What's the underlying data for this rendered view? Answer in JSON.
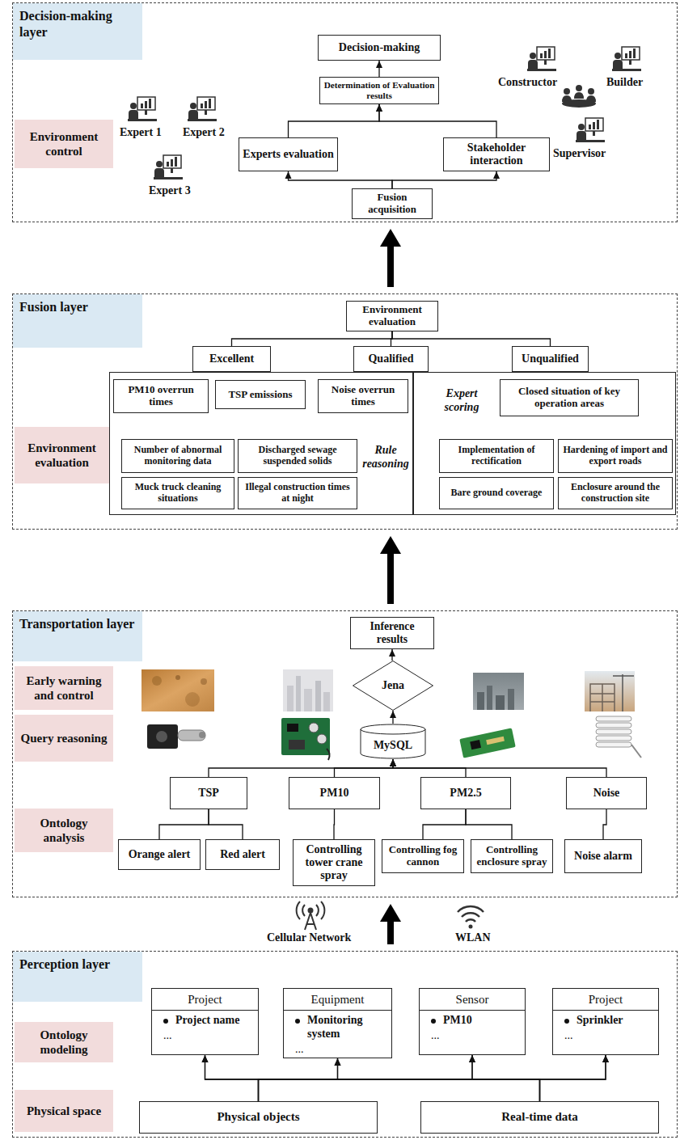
{
  "diagram": {
    "nodes": [
      {
        "text": [
          "Decision-making layer"
        ]
      },
      {
        "text": [
          "Environment control"
        ],
        "in": 0
      },
      {
        "text": [
          "Decision-making"
        ],
        "in": 0
      },
      {
        "text": [
          "Determination of Evaluation results"
        ],
        "in": 0
      },
      {
        "text": [
          "Experts evaluation"
        ],
        "in": 0
      },
      {
        "text": [
          "Stakeholder interaction"
        ],
        "in": 0
      },
      {
        "text": [
          "Fusion acquisition"
        ],
        "in": 0
      },
      {
        "text": [
          "Fusion layer"
        ]
      },
      {
        "text": [
          "Environment evaluation"
        ],
        "in": 7
      },
      {
        "text": [
          "Environment evaluation"
        ],
        "in": 7
      },
      {
        "text": [
          "Excellent"
        ],
        "in": 7
      },
      {
        "text": [
          "Qualified"
        ],
        "in": 7
      },
      {
        "text": [
          "Unqualified"
        ],
        "in": 7
      },
      {
        "text": [
          "Rule reasoning"
        ],
        "in": 7
      },
      {
        "text": [
          "PM10 overrun times"
        ],
        "in": 13
      },
      {
        "text": [
          "TSP emissions"
        ],
        "in": 13
      },
      {
        "text": [
          "Noise overrun times"
        ],
        "in": 13
      },
      {
        "text": [
          "Number of abnormal monitoring data"
        ],
        "in": 13
      },
      {
        "text": [
          "Discharged sewage suspended solids"
        ],
        "in": 13
      },
      {
        "text": [
          "Muck truck cleaning situations"
        ],
        "in": 13
      },
      {
        "text": [
          "Illegal construction times at night"
        ],
        "in": 13
      },
      {
        "text": [
          "Expert scoring"
        ],
        "in": 7
      },
      {
        "text": [
          "Closed situation of key operation areas"
        ],
        "in": 21
      },
      {
        "text": [
          "Implementation of rectification"
        ],
        "in": 21
      },
      {
        "text": [
          "Hardening of import and export roads"
        ],
        "in": 21
      },
      {
        "text": [
          "Bare ground coverage"
        ],
        "in": 21
      },
      {
        "text": [
          "Enclosure around the construction site"
        ],
        "in": 21
      },
      {
        "text": [
          "Transportation layer"
        ]
      },
      {
        "text": [
          "Early warning and control"
        ],
        "in": 27
      },
      {
        "text": [
          "Query reasoning"
        ],
        "in": 27
      },
      {
        "text": [
          "Ontology analysis"
        ],
        "in": 27
      },
      {
        "text": [
          "Inference results"
        ],
        "in": 27
      },
      {
        "text": [
          "Jena"
        ],
        "in": 27
      },
      {
        "text": [
          "MySQL"
        ],
        "in": 27
      },
      {
        "text": [
          "TSP"
        ],
        "in": 27
      },
      {
        "text": [
          "PM10"
        ],
        "in": 27
      },
      {
        "text": [
          "PM2.5"
        ],
        "in": 27
      },
      {
        "text": [
          "Noise"
        ],
        "in": 27
      },
      {
        "text": [
          "Orange alert"
        ],
        "in": 27
      },
      {
        "text": [
          "Red alert"
        ],
        "in": 27
      },
      {
        "text": [
          "Controlling tower crane spray"
        ],
        "in": 27
      },
      {
        "text": [
          "Controlling fog cannon"
        ],
        "in": 27
      },
      {
        "text": [
          "Controlling enclosure spray"
        ],
        "in": 27
      },
      {
        "text": [
          "Noise alarm"
        ],
        "in": 27
      },
      {
        "text": [
          "Perception layer"
        ]
      },
      {
        "text": [
          "Ontology modeling"
        ],
        "in": 44
      },
      {
        "text": [
          "Physical space"
        ],
        "in": 44
      },
      {
        "text": [
          "Project",
          "Project name",
          "..."
        ],
        "in": 44
      },
      {
        "text": [
          "Equipment",
          "Monitoring system",
          "..."
        ],
        "in": 44
      },
      {
        "text": [
          "Sensor",
          "PM10",
          "..."
        ],
        "in": 44
      },
      {
        "text": [
          "Project",
          "Sprinkler",
          "..."
        ],
        "in": 44
      },
      {
        "text": [
          "Physical objects"
        ],
        "in": 44
      },
      {
        "text": [
          "Real-time data"
        ],
        "in": 44
      }
    ],
    "edges": [
      {
        "from": 6,
        "to": 4,
        "arrow": "to"
      },
      {
        "from": 6,
        "to": 5,
        "arrow": "to"
      },
      {
        "from": 4,
        "to": 3,
        "arrow": "to"
      },
      {
        "from": 5,
        "to": 3,
        "arrow": "to"
      },
      {
        "from": 3,
        "to": 2,
        "arrow": "to"
      },
      {
        "from": 7,
        "to": 0,
        "arrow": "to"
      },
      {
        "from": 9,
        "to": 10,
        "arrow": "none"
      },
      {
        "from": 9,
        "to": 11,
        "arrow": "none"
      },
      {
        "from": 9,
        "to": 12,
        "arrow": "none"
      },
      {
        "from": 27,
        "to": 7,
        "arrow": "to"
      },
      {
        "from": 33,
        "to": 32,
        "arrow": "to"
      },
      {
        "from": 32,
        "to": 31,
        "arrow": "to"
      },
      {
        "from": 34,
        "to": 33,
        "arrow": "to"
      },
      {
        "from": 35,
        "to": 33,
        "arrow": "to"
      },
      {
        "from": 36,
        "to": 33,
        "arrow": "to"
      },
      {
        "from": 37,
        "to": 33,
        "arrow": "to"
      },
      {
        "from": 34,
        "to": 38,
        "arrow": "none"
      },
      {
        "from": 34,
        "to": 39,
        "arrow": "none"
      },
      {
        "from": 35,
        "to": 40,
        "arrow": "none"
      },
      {
        "from": 36,
        "to": 41,
        "arrow": "none"
      },
      {
        "from": 36,
        "to": 42,
        "arrow": "none"
      },
      {
        "from": 37,
        "to": 43,
        "arrow": "none"
      },
      {
        "from": 44,
        "to": 27,
        "arrow": "to"
      },
      {
        "from": 51,
        "to": 47,
        "arrow": "to"
      },
      {
        "from": 51,
        "to": 48,
        "arrow": "to"
      },
      {
        "from": 51,
        "to": 49,
        "arrow": "to"
      },
      {
        "from": 51,
        "to": 50,
        "arrow": "to"
      },
      {
        "from": 52,
        "to": 47,
        "arrow": "to"
      },
      {
        "from": 52,
        "to": 48,
        "arrow": "to"
      },
      {
        "from": 52,
        "to": 49,
        "arrow": "to"
      },
      {
        "from": 52,
        "to": 50,
        "arrow": "to"
      }
    ],
    "labels": [
      "Expert 1",
      "Expert 2",
      "Expert 3",
      "Constructor",
      "Builder",
      "Supervisor",
      "Cellular Network",
      "WLAN"
    ]
  }
}
